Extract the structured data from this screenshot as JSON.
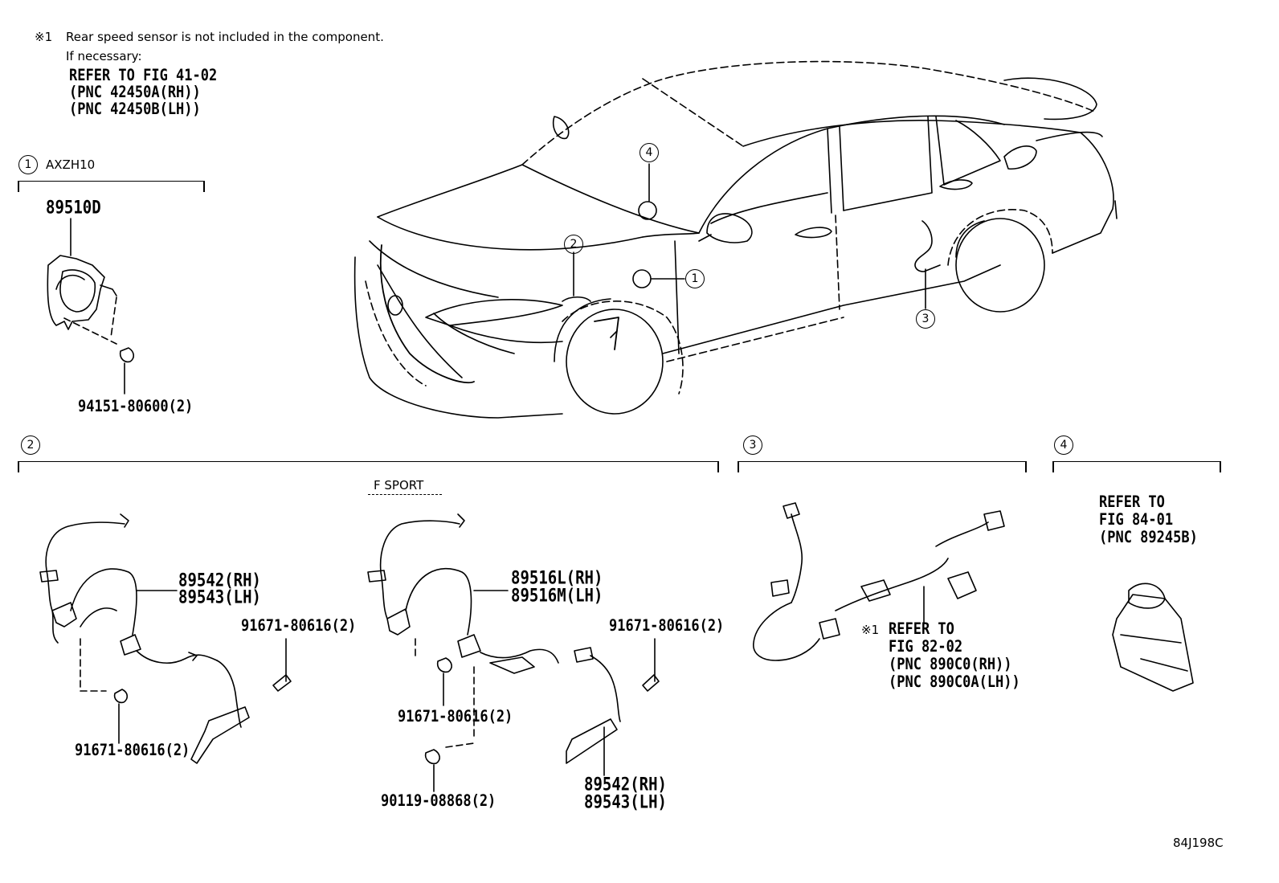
{
  "note": {
    "mark": "※1",
    "line1": "Rear speed sensor is not included in the component.",
    "line2": "If necessary:",
    "line3": "REFER TO FIG 41-02",
    "line4": "(PNC 42450A(RH))",
    "line5": "(PNC 42450B(LH))"
  },
  "section1": {
    "num": "1",
    "model": "AXZH10",
    "part_main": "89510D",
    "part_nut": "94151-80600(2)"
  },
  "section2": {
    "num": "2",
    "fsport_label": "F SPORT",
    "std_sensor_rh": "89542(RH)",
    "std_sensor_lh": "89543(LH)",
    "std_bolt_right": "91671-80616(2)",
    "std_bolt_left": "91671-80616(2)",
    "fs_sensor_rh": "89516L(RH)",
    "fs_sensor_lh": "89516M(LH)",
    "fs_bolt_mid": "91671-80616(2)",
    "fs_bolt_right": "91671-80616(2)",
    "fs_screw": "90119-08868(2)",
    "fs_lower_rh": "89542(RH)",
    "fs_lower_lh": "89543(LH)"
  },
  "section3": {
    "num": "3",
    "mark": "※1",
    "line1": "REFER TO",
    "line2": "FIG 82-02",
    "line3": "(PNC 890C0(RH))",
    "line4": "(PNC 890C0A(LH))"
  },
  "section4": {
    "num": "4",
    "line1": "REFER TO",
    "line2": "FIG 84-01",
    "line3": "(PNC 89245B)"
  },
  "car_callouts": [
    "1",
    "2",
    "3",
    "4"
  ],
  "figure_code": "84J198C"
}
